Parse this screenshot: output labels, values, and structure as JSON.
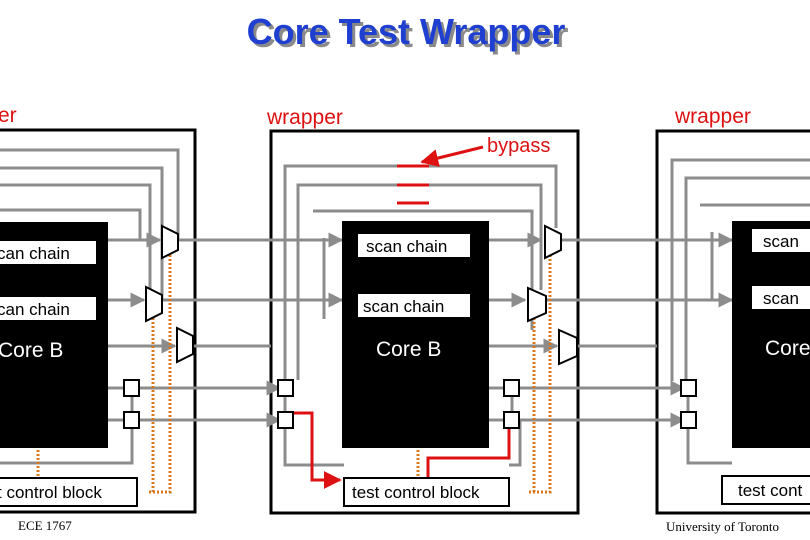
{
  "slide": {
    "title": "Core Test Wrapper",
    "footer_left": "ECE 1767",
    "footer_right": "University of Toronto"
  },
  "labels": {
    "wrapper_left": "er",
    "wrapper_center": "wrapper",
    "wrapper_right": "wrapper",
    "bypass": "bypass"
  },
  "left_block": {
    "scan_chain_1": "can chain",
    "scan_chain_2": "can chain",
    "core": "Core B",
    "control": "t control block"
  },
  "center_block": {
    "scan_chain_1": "scan chain",
    "scan_chain_2": "scan chain",
    "core": "Core B",
    "control": "test control block"
  },
  "right_block": {
    "scan_chain_1": "scan",
    "scan_chain_2": "scan",
    "core": "Core",
    "control": "test cont"
  },
  "colors": {
    "title": "#1f3fd0",
    "title_shadow": "#8a8a8a",
    "wire": "#8c8c8c",
    "bypass": "#dd1111",
    "control_dotted": "#d9781a",
    "core_fill": "#000000",
    "core_text": "#ffffff"
  }
}
